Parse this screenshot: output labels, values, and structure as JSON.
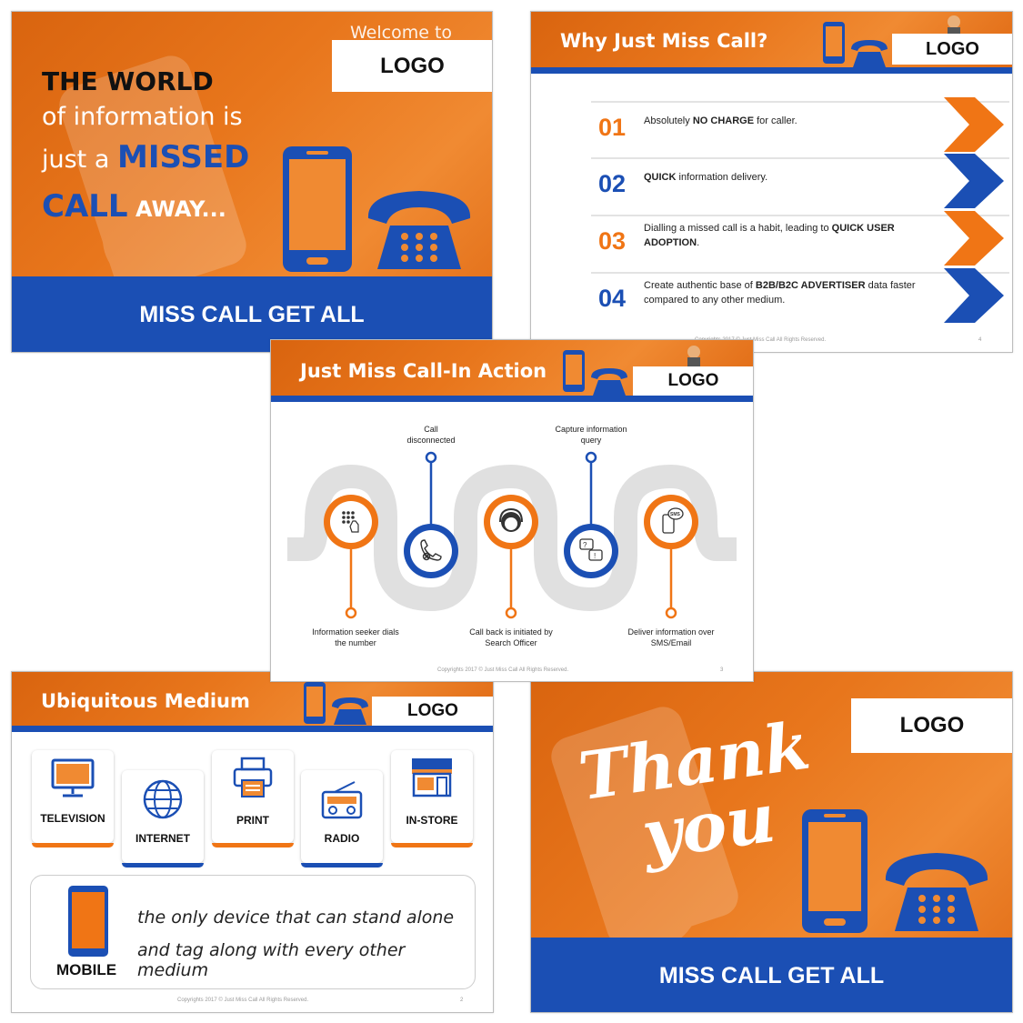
{
  "colors": {
    "orange": "#e8761c",
    "blue": "#1b4fb4",
    "grey": "#e0e0e0"
  },
  "slide1": {
    "welcome": "Welcome to",
    "logo": "LOGO",
    "line1": "THE WORLD",
    "line2": "of information is",
    "line3a": "just a ",
    "line3b": "MISSED",
    "line4a": "CALL",
    "line4b": " AWAY...",
    "band": "MISS CALL GET ALL"
  },
  "slide2": {
    "title": "Why Just Miss Call?",
    "logo": "LOGO",
    "rows": [
      {
        "num": "01",
        "pre": "Absolutely ",
        "bold": "NO CHARGE",
        "post": " for caller.",
        "color": "#f07515"
      },
      {
        "num": "02",
        "pre": "",
        "bold": "QUICK",
        "post": " information delivery.",
        "color": "#1b4fb4"
      },
      {
        "num": "03",
        "pre": "Dialling a missed call is a habit, leading to ",
        "bold": "QUICK USER ADOPTION",
        "post": ".",
        "color": "#f07515"
      },
      {
        "num": "04",
        "pre": "Create authentic base of ",
        "bold": "B2B/B2C ADVERTISER",
        "post": " data faster compared to any other medium.",
        "color": "#1b4fb4"
      }
    ],
    "footer": "Copyrights 2017 © Just Miss Call All Rights Reserved.",
    "page": "4"
  },
  "slide3": {
    "title": "Just Miss Call-In Action",
    "logo": "LOGO",
    "steps": [
      {
        "label": "Information seeker dials the number",
        "icon": "keypad-dial-icon"
      },
      {
        "label": "Call disconnected",
        "icon": "call-disconnected-icon"
      },
      {
        "label": "Call back is initiated by Search Officer",
        "icon": "operator-headset-icon"
      },
      {
        "label": "Capture information query",
        "icon": "chat-query-icon"
      },
      {
        "label": "Deliver information over SMS/Email",
        "icon": "sms-phone-icon"
      }
    ],
    "footer": "Copyrights 2017 © Just Miss Call All Rights Reserved.",
    "page": "3"
  },
  "slide4": {
    "title": "Ubiquitous Medium",
    "logo": "LOGO",
    "media": [
      {
        "label": "TELEVISION",
        "icon": "television-icon"
      },
      {
        "label": "INTERNET",
        "icon": "globe-icon"
      },
      {
        "label": "PRINT",
        "icon": "printer-icon"
      },
      {
        "label": "RADIO",
        "icon": "radio-icon"
      },
      {
        "label": "IN-STORE",
        "icon": "storefront-icon"
      }
    ],
    "mobile_label": "MOBILE",
    "mobile_line1": "the only device that can stand alone",
    "mobile_line2": "and tag along with every other medium",
    "footer": "Copyrights 2017 © Just Miss Call All Rights Reserved.",
    "page": "2"
  },
  "slide5": {
    "logo": "LOGO",
    "thank1": "Thank",
    "thank2": "you",
    "band": "MISS CALL GET ALL"
  }
}
